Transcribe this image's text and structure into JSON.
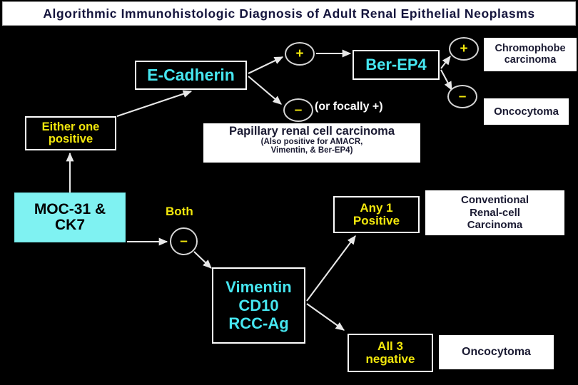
{
  "title": "Algorithmic  Immunohistologic  Diagnosis  of Adult  Renal  Epithelial  Neoplasms",
  "colors": {
    "background": "#000000",
    "title_bar": "#ffffff",
    "title_text": "#14143c",
    "cyan_text": "#46e6f0",
    "yellow_text": "#f2e70c",
    "cyan_fill": "#7ff2f2",
    "white_fill": "#ffffff",
    "outline": "#ffffff",
    "arrow": "#e8e8e8"
  },
  "nodes": {
    "moc31_ck7": {
      "line1": "MOC-31 &",
      "line2": "CK7"
    },
    "either_one_positive": {
      "line1": "Either one",
      "line2": "positive"
    },
    "e_cadherin": {
      "label": "E-Cadherin"
    },
    "ber_ep4": {
      "label": "Ber-EP4"
    },
    "chromophobe": {
      "line1": "Chromophobe",
      "line2": "carcinoma"
    },
    "oncocytoma_top": {
      "label": "Oncocytoma"
    },
    "papillary": {
      "line1": "Papillary renal cell carcinoma",
      "line2": "(Also  positive for AMACR,",
      "line3": "Vimentin, & Ber-EP4)"
    },
    "vimentin_panel": {
      "line1": "Vimentin",
      "line2": "CD10",
      "line3": "RCC-Ag"
    },
    "any_1_positive": {
      "line1": "Any 1",
      "line2": "Positive"
    },
    "conventional_rcc": {
      "line1": "Conventional",
      "line2": "Renal-cell",
      "line3": "Carcinoma"
    },
    "all_3_negative": {
      "line1": "All 3",
      "line2": "negative"
    },
    "oncocytoma_bottom": {
      "label": "Oncocytoma"
    }
  },
  "bubbles": {
    "ecad_positive": {
      "symbol": "+"
    },
    "ecad_negative": {
      "symbol": "–"
    },
    "berep4_positive": {
      "symbol": "+"
    },
    "berep4_negative": {
      "symbol": "–"
    },
    "moc_both_negative": {
      "symbol": "–"
    }
  },
  "labels": {
    "or_focally_positive": "(or focally +)",
    "both": "Both"
  }
}
